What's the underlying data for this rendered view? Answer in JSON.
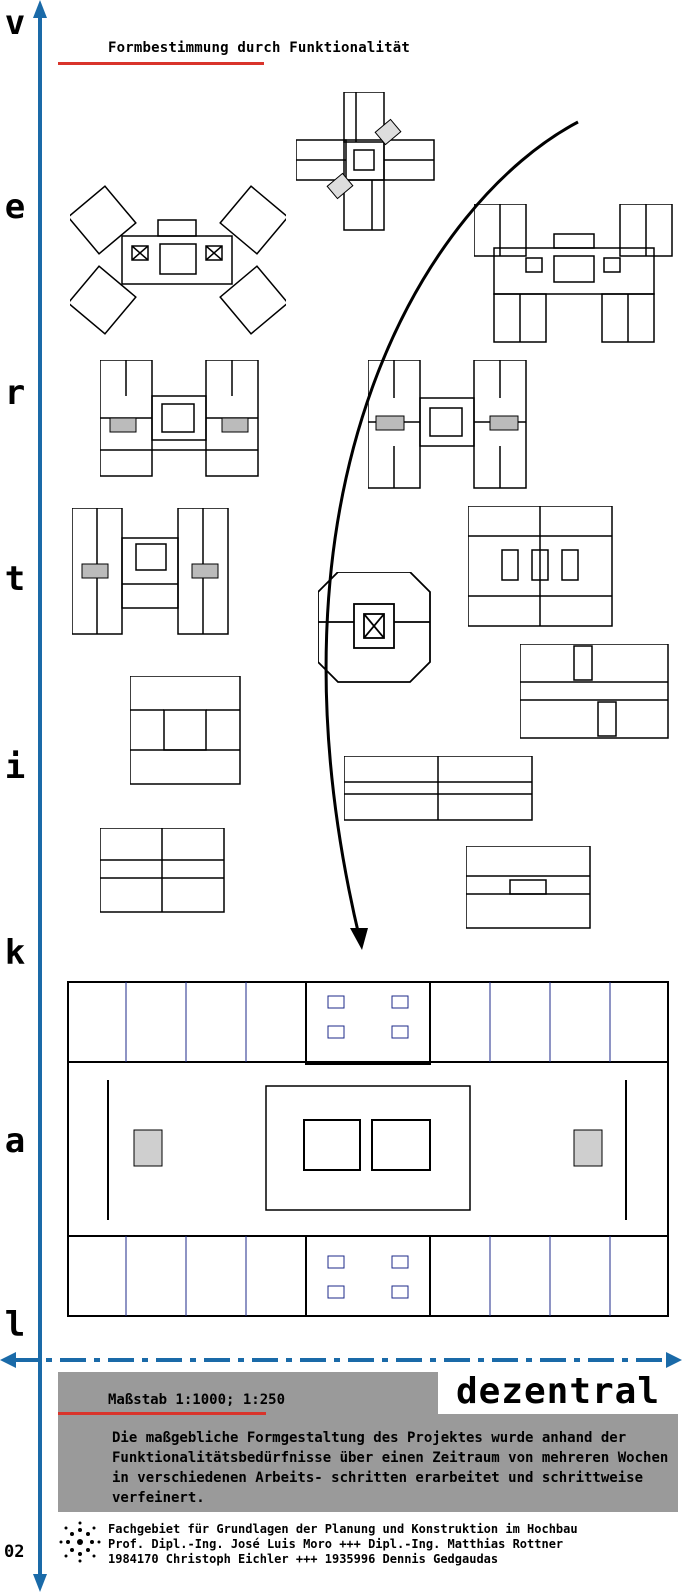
{
  "title": "Formbestimmung durch Funktionalität",
  "vertical_axis_letters": [
    "v",
    "e",
    "r",
    "t",
    "i",
    "k",
    "a",
    "l"
  ],
  "horizontal_label": "dezentral",
  "scale_label": "Maßstab 1:1000; 1:250",
  "description": "Die maßgebliche Formgestaltung des Projektes wurde anhand der Funktionalitätsbedürfnisse über einen Zeitraum von mehreren Wochen in verschiedenen Arbeits- schritten erarbeitet und schrittweise verfeinert.",
  "footer": {
    "line1": "Fachgebiet für Grundlagen der Planung und Konstruktion im Hochbau",
    "line2": "Prof. Dipl.-Ing. José Luis Moro +++ Dipl.-Ing. Matthias Rottner",
    "line3": "1984170 Christoph Eichler +++ 1935996 Dennis Gedgaudas"
  },
  "page_number": "02",
  "colors": {
    "axis": "#1a6aa8",
    "accent_red": "#d9342b",
    "box_grey": "#9a9a9a",
    "plan_blue": "#1c2a8a"
  }
}
